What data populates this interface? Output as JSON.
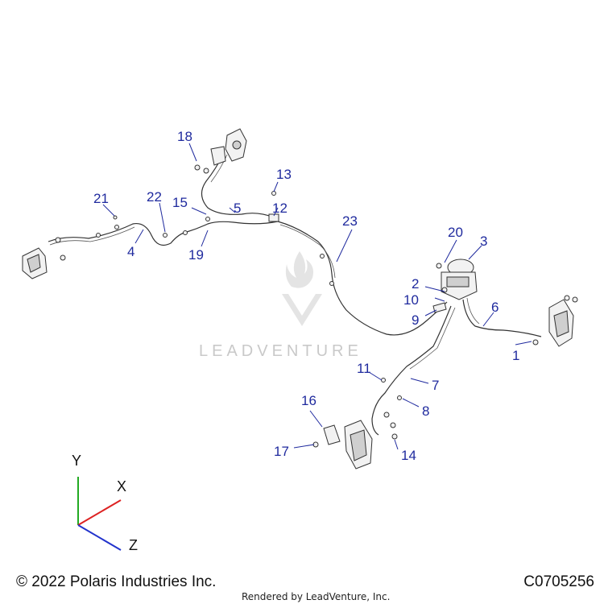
{
  "watermark": {
    "text": "LEADVENTURE"
  },
  "axes": {
    "y": "Y",
    "x": "X",
    "z": "Z",
    "colors": {
      "y": "#22aa22",
      "x": "#dd2222",
      "z": "#2233cc"
    }
  },
  "callouts": {
    "c1": "1",
    "c2": "2",
    "c3": "3",
    "c4": "4",
    "c5": "5",
    "c6": "6",
    "c7": "7",
    "c8": "8",
    "c9": "9",
    "c10": "10",
    "c11": "11",
    "c12": "12",
    "c13": "13",
    "c14": "14",
    "c15": "15",
    "c16": "16",
    "c17": "17",
    "c18": "18",
    "c19": "19",
    "c20": "20",
    "c21": "21",
    "c22": "22",
    "c23": "23"
  },
  "footer": {
    "copyright": "© 2022 Polaris Industries Inc.",
    "doc_id": "C0705256",
    "rendered_by": "Rendered by LeadVenture, Inc."
  },
  "colors": {
    "callout": "#1f2a9e"
  }
}
